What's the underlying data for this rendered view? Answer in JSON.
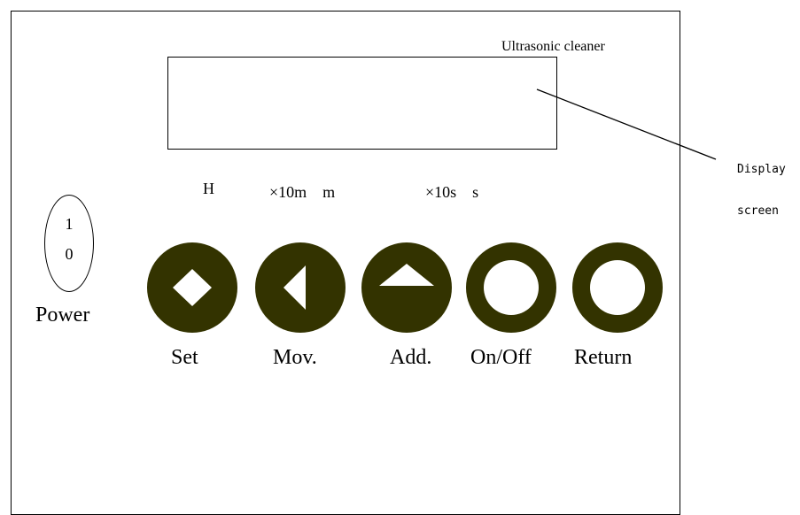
{
  "device": {
    "title": "Ultrasonic cleaner",
    "screen_callout": [
      "Display",
      "screen"
    ]
  },
  "units": {
    "hours": "H",
    "minutes": "×10m　m",
    "seconds": "×10s　s"
  },
  "power": {
    "on": "1",
    "off": "0",
    "label": "Power"
  },
  "buttons": [
    {
      "label": "Set",
      "icon": "diamond-icon"
    },
    {
      "label": "Mov.",
      "icon": "triangle-left-icon"
    },
    {
      "label": "Add.",
      "icon": "triangle-up-icon"
    },
    {
      "label": "On/Off",
      "icon": "ring-icon"
    },
    {
      "label": "Return",
      "icon": "ring-icon"
    }
  ],
  "colors": {
    "button_fill": "#333300",
    "symbol_fill": "#ffffff",
    "line": "#000000"
  }
}
